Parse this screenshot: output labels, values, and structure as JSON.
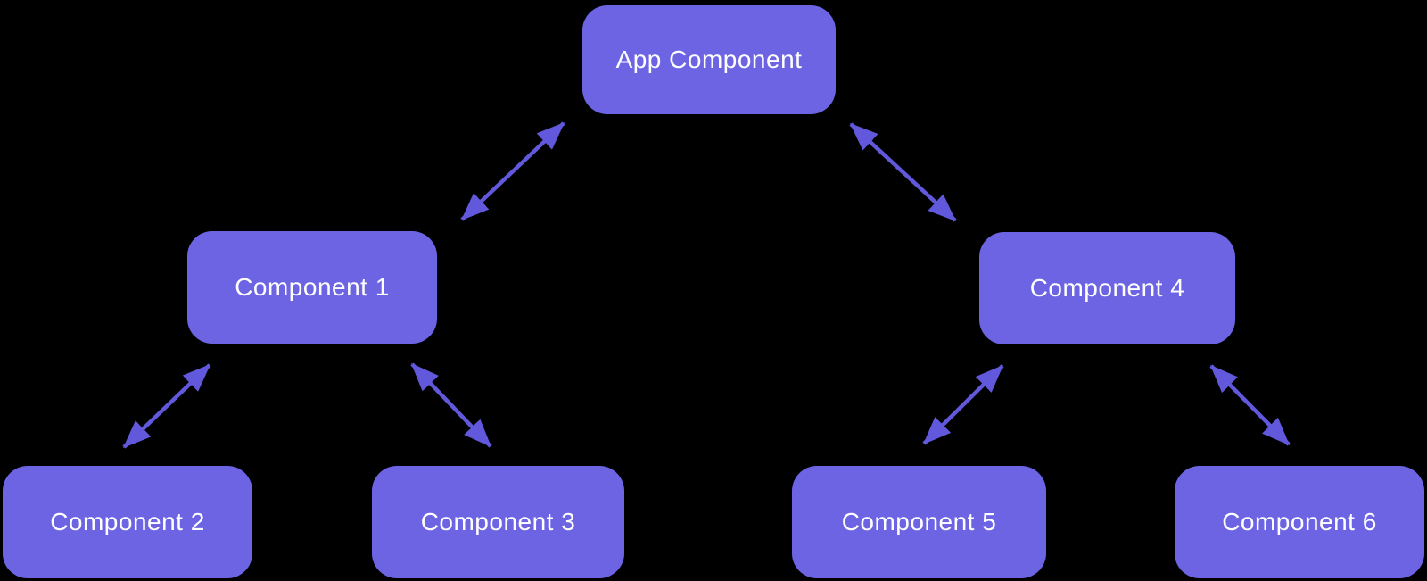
{
  "colors": {
    "background": "#000000",
    "node_fill": "#6D64E4",
    "node_text": "#FFFFFF",
    "arrow": "#6158DC"
  },
  "diagram": {
    "type": "component-tree",
    "nodes": [
      {
        "id": "app",
        "label": "App Component"
      },
      {
        "id": "c1",
        "label": "Component 1"
      },
      {
        "id": "c2",
        "label": "Component 2"
      },
      {
        "id": "c3",
        "label": "Component 3"
      },
      {
        "id": "c4",
        "label": "Component 4"
      },
      {
        "id": "c5",
        "label": "Component 5"
      },
      {
        "id": "c6",
        "label": "Component 6"
      }
    ],
    "edges": [
      {
        "from": "App Component",
        "to": "Component 1",
        "direction": "bidirectional"
      },
      {
        "from": "App Component",
        "to": "Component 4",
        "direction": "bidirectional"
      },
      {
        "from": "Component 1",
        "to": "Component 2",
        "direction": "bidirectional"
      },
      {
        "from": "Component 1",
        "to": "Component 3",
        "direction": "bidirectional"
      },
      {
        "from": "Component 4",
        "to": "Component 5",
        "direction": "bidirectional"
      },
      {
        "from": "Component 4",
        "to": "Component 6",
        "direction": "bidirectional"
      }
    ]
  }
}
